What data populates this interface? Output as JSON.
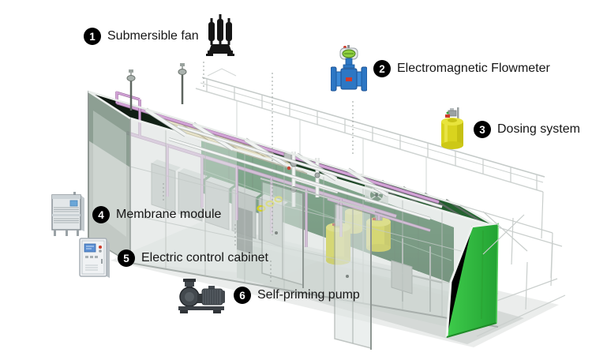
{
  "callouts": [
    {
      "num": "1",
      "label": "Submersible fan",
      "icon": "submersible-fan-icon"
    },
    {
      "num": "2",
      "label": "Electromagnetic Flowmeter",
      "icon": "electromagnetic-flowmeter-icon"
    },
    {
      "num": "3",
      "label": "Dosing system",
      "icon": "dosing-system-icon"
    },
    {
      "num": "4",
      "label": "Membrane module",
      "icon": "membrane-module-icon"
    },
    {
      "num": "5",
      "label": "Electric control cabinet",
      "icon": "electric-control-cabinet-icon"
    },
    {
      "num": "6",
      "label": "Self-priming pump",
      "icon": "self-priming-pump-icon"
    }
  ],
  "scene": {
    "subject": "containerized-water-treatment-plant-cutaway-illustration",
    "visible_parts": [
      "container-frame",
      "walkway-railing",
      "membrane-cassettes",
      "interior-green-wall",
      "vent-fan",
      "dosing-tanks",
      "glass-doors",
      "pink-piping",
      "mixers",
      "green-end-wall"
    ],
    "colors": {
      "badge_bg": "#000000",
      "label_text": "#161616",
      "pipe_pink": "#d2a3d6",
      "tank_yellow": "#d8d412",
      "end_wall_green": "#2cb23e",
      "interior_green": "#2f6e3c",
      "flowmeter_blue": "#2d77c4",
      "cassette_beige": "#eae6cd",
      "background": "#ffffff"
    }
  }
}
